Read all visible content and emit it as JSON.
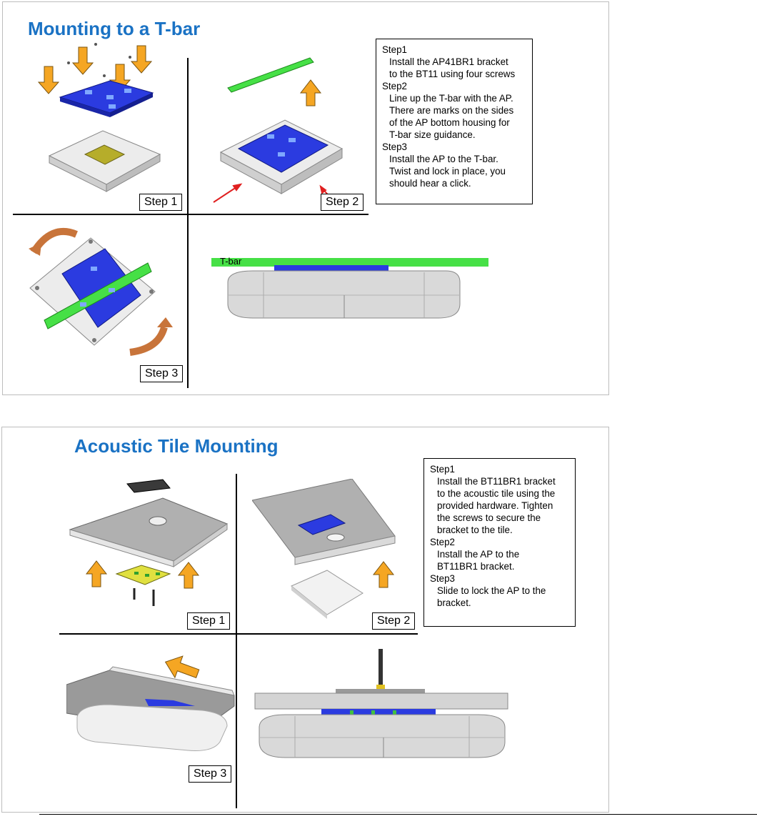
{
  "tbar": {
    "title": "Mounting to a T-bar",
    "steps": [
      {
        "heading": "Step1",
        "text": "Install the AP41BR1 bracket\nto the BT11 using four screws"
      },
      {
        "heading": "Step2",
        "text": "Line up the T-bar with the AP.\nThere are marks on the sides\nof the AP bottom housing for\nT-bar size guidance."
      },
      {
        "heading": "Step3",
        "text": "Install the AP to the T-bar.\nTwist and lock in place, you\nshould hear a click."
      }
    ],
    "labels": {
      "step1": "Step 1",
      "step2": "Step 2",
      "step3": "Step 3",
      "tbar": "T-bar"
    }
  },
  "acoustic": {
    "title": "Acoustic Tile Mounting",
    "steps": [
      {
        "heading": "Step1",
        "text": "Install the BT11BR1 bracket\nto the acoustic tile using the\nprovided hardware.  Tighten\nthe screws to secure the\nbracket to the tile."
      },
      {
        "heading": "Step2",
        "text": "Install the AP to the\nBT11BR1 bracket."
      },
      {
        "heading": "Step3",
        "text": "Slide to lock the AP to the\nbracket."
      }
    ],
    "labels": {
      "step1": "Step 1",
      "step2": "Step 2",
      "step3": "Step 3"
    }
  },
  "colors": {
    "title": "#1a72c4",
    "bracket": "#2b3be0",
    "tbar": "#3ed13e",
    "arrow": "#f5a623",
    "rotate": "#c8743a"
  }
}
